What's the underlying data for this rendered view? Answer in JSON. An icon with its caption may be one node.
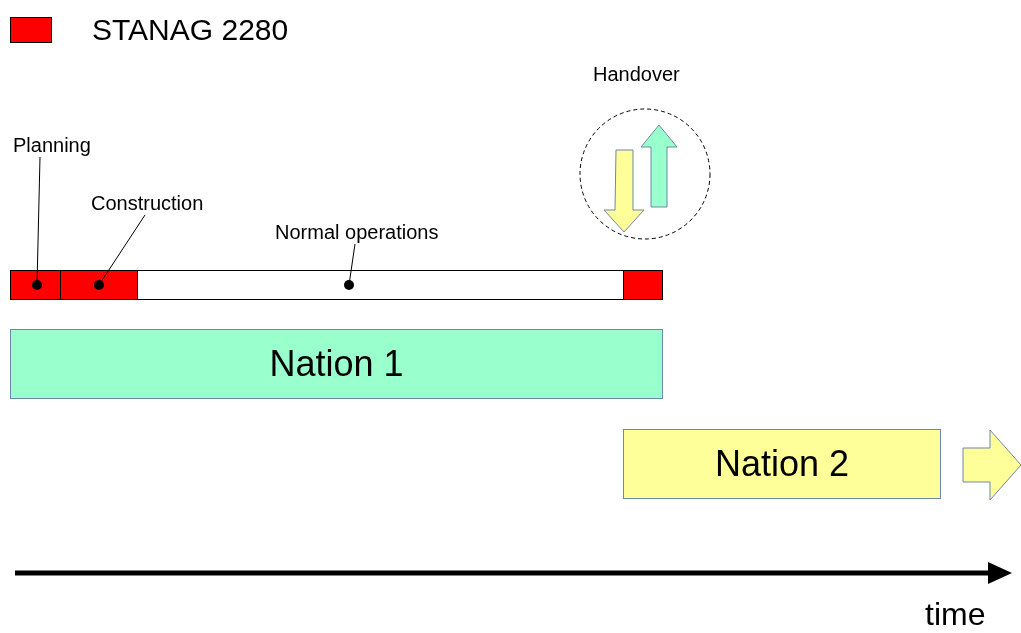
{
  "diagram": {
    "nodes": [
      {
        "text": [
          "Planning"
        ]
      },
      {
        "text": [
          "Construction"
        ]
      },
      {
        "text": [
          "Normal operations"
        ]
      },
      {
        "text": [],
        "shape": "bar"
      },
      {
        "text": [],
        "shape": "bar"
      },
      {
        "text": [],
        "shape": "bar"
      },
      {
        "text": [],
        "shape": "bar"
      },
      {
        "text": [
          "Nation 1"
        ]
      },
      {
        "text": [
          "Nation 2"
        ]
      },
      {
        "text": [
          "Handover"
        ]
      }
    ],
    "edges": [
      {
        "from": 0,
        "to": 3,
        "arrow": "other"
      },
      {
        "from": 1,
        "to": 4,
        "arrow": "other"
      },
      {
        "from": 2,
        "to": 5,
        "arrow": "other"
      }
    ],
    "labels": [
      "time"
    ],
    "legend": [
      {
        "text": "STANAG 2280",
        "color": "#ff0000"
      }
    ]
  }
}
